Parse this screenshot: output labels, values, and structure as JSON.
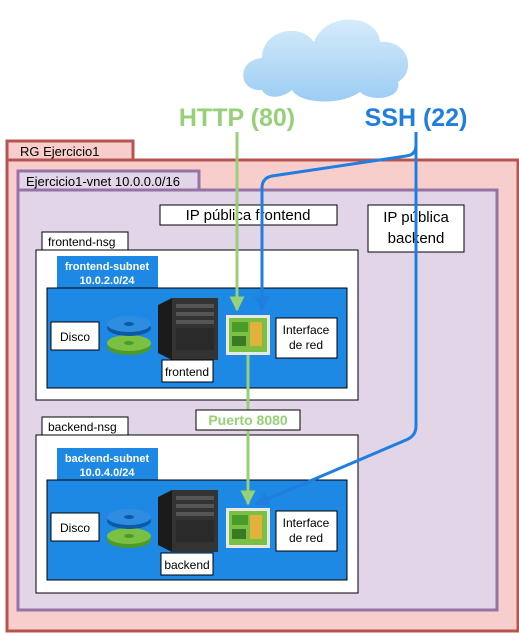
{
  "cloud": {
    "icon": "cloud-icon"
  },
  "protocols": {
    "http": {
      "label": "HTTP (80)",
      "color": "#97d077"
    },
    "ssh": {
      "label": "SSH (22)",
      "color": "#1f7ee0"
    }
  },
  "resource_group": {
    "label": "RG Ejercicio1"
  },
  "vnet": {
    "label": "Ejercicio1-vnet 10.0.0.0/16"
  },
  "public_ips": {
    "frontend": {
      "label": "IP pública frontend"
    },
    "backend": {
      "line1": "IP pública",
      "line2": "backend"
    }
  },
  "connection": {
    "label": "Puerto 8080"
  },
  "tiers": [
    {
      "nsg_label": "frontend-nsg",
      "subnet_name": "frontend-subnet",
      "subnet_cidr": "10.0.2.0/24",
      "disk_label": "Disco",
      "server_label": "frontend",
      "nic_line1": "Interface",
      "nic_line2": "de red"
    },
    {
      "nsg_label": "backend-nsg",
      "subnet_name": "backend-subnet",
      "subnet_cidr": "10.0.4.0/24",
      "disk_label": "Disco",
      "server_label": "backend",
      "nic_line1": "Interface",
      "nic_line2": "de red"
    }
  ]
}
